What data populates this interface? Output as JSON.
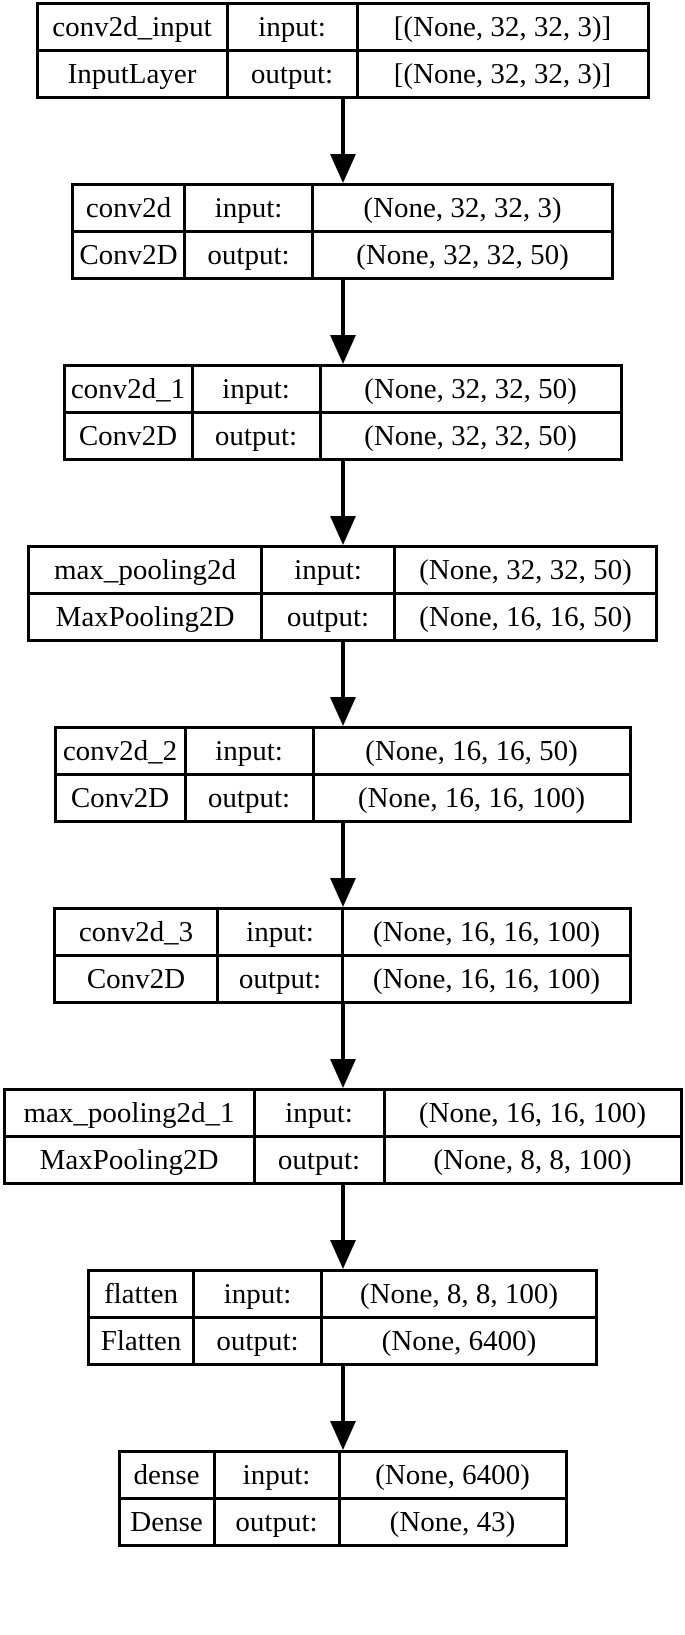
{
  "colors": {
    "line": "#000000",
    "background": "#ffffff"
  },
  "labels": {
    "input": "input:",
    "output": "output:"
  },
  "layers": [
    {
      "name": "conv2d_input",
      "type": "InputLayer",
      "input_shape": "[(None, 32, 32, 3)]",
      "output_shape": "[(None, 32, 32, 3)]"
    },
    {
      "name": "conv2d",
      "type": "Conv2D",
      "input_shape": "(None, 32, 32, 3)",
      "output_shape": "(None, 32, 32, 50)"
    },
    {
      "name": "conv2d_1",
      "type": "Conv2D",
      "input_shape": "(None, 32, 32, 50)",
      "output_shape": "(None, 32, 32, 50)"
    },
    {
      "name": "max_pooling2d",
      "type": "MaxPooling2D",
      "input_shape": "(None, 32, 32, 50)",
      "output_shape": "(None, 16, 16, 50)"
    },
    {
      "name": "conv2d_2",
      "type": "Conv2D",
      "input_shape": "(None, 16, 16, 50)",
      "output_shape": "(None, 16, 16, 100)"
    },
    {
      "name": "conv2d_3",
      "type": "Conv2D",
      "input_shape": "(None, 16, 16, 100)",
      "output_shape": "(None, 16, 16, 100)"
    },
    {
      "name": "max_pooling2d_1",
      "type": "MaxPooling2D",
      "input_shape": "(None, 16, 16, 100)",
      "output_shape": "(None, 8, 8, 100)"
    },
    {
      "name": "flatten",
      "type": "Flatten",
      "input_shape": "(None, 8, 8, 100)",
      "output_shape": "(None, 6400)"
    },
    {
      "name": "dense",
      "type": "Dense",
      "input_shape": "(None, 6400)",
      "output_shape": "(None, 43)"
    }
  ]
}
